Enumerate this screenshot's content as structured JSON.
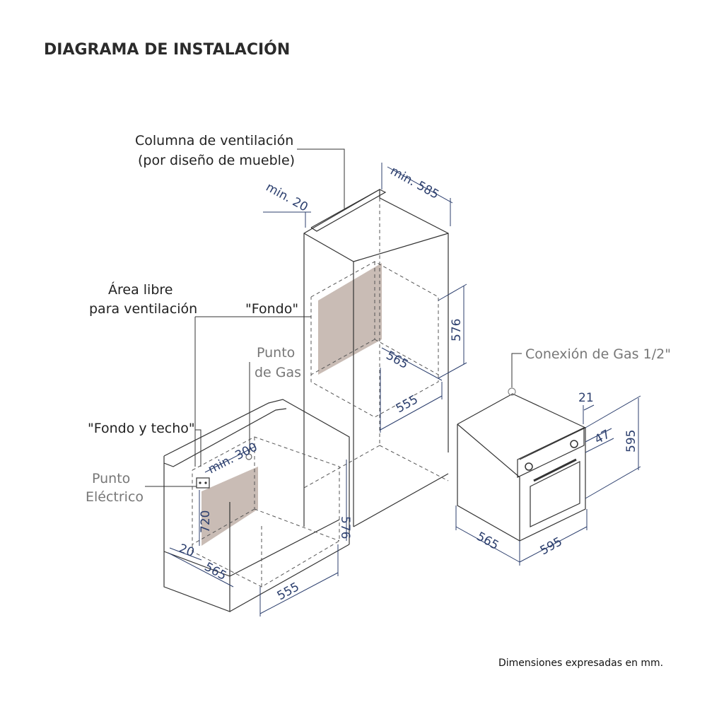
{
  "title": "DIAGRAMA DE INSTALACIÓN",
  "labels": {
    "ventilation_column_1": "Columna de ventilación",
    "ventilation_column_2": "(por diseño de mueble)",
    "free_area_1": "Área libre",
    "free_area_2": "para ventilación",
    "back": "\"Fondo\"",
    "back_and_top": "\"Fondo y techo\"",
    "gas_point_1": "Punto",
    "gas_point_2": "de Gas",
    "electric_point_1": "Punto",
    "electric_point_2": "Eléctrico",
    "gas_connection": "Conexión de Gas 1/2\""
  },
  "dimensions": {
    "tall_min_depth": "min. 585",
    "tall_min_gap": "min. 20",
    "tall_height": "576",
    "tall_depth": "565",
    "tall_width": "555",
    "base_min_height": "min. 300",
    "base_height": "576",
    "base_socket": "720",
    "base_gap": "20",
    "base_depth": "565",
    "base_width": "555",
    "oven_top": "21",
    "oven_panel": "47",
    "oven_height": "595",
    "oven_depth": "565",
    "oven_width": "595"
  },
  "footer_note": "Dimensiones expresadas en mm.",
  "colors": {
    "cutout_fill": "#c9bcb5",
    "dimension": "#2c3f6e",
    "line": "#333333"
  }
}
